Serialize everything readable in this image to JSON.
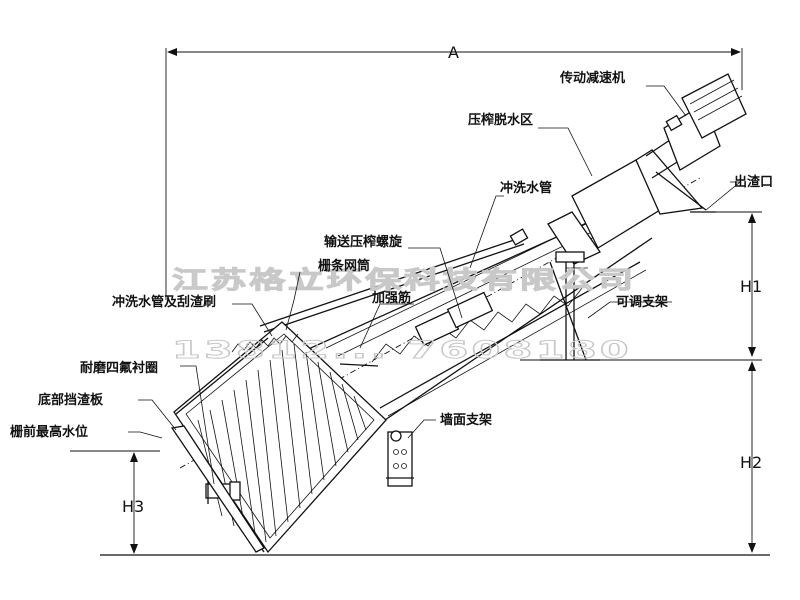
{
  "labels": {
    "drive_motor": "传动减速机",
    "press_zone": "压榨脱水区",
    "outlet": "出渣口",
    "flush_pipe": "冲洗水管",
    "screw": "输送压榨螺旋",
    "screen_basket": "栅条网筒",
    "stiffener": "加强筋",
    "adjustable_support": "可调支架",
    "flush_pipe_brush": "冲洗水管及刮渣刷",
    "ptfe_liner": "耐磨四氟衬圈",
    "bottom_baffle": "底部挡渣板",
    "max_water_level": "栅前最高水位",
    "wall_bracket": "墙面支架"
  },
  "dimensions": {
    "a": "A",
    "h1": "H1",
    "h2": "H2",
    "h3": "H3"
  },
  "watermark": {
    "company": "江苏格立环保科技有限公司",
    "phone": "13812... 7608180"
  }
}
